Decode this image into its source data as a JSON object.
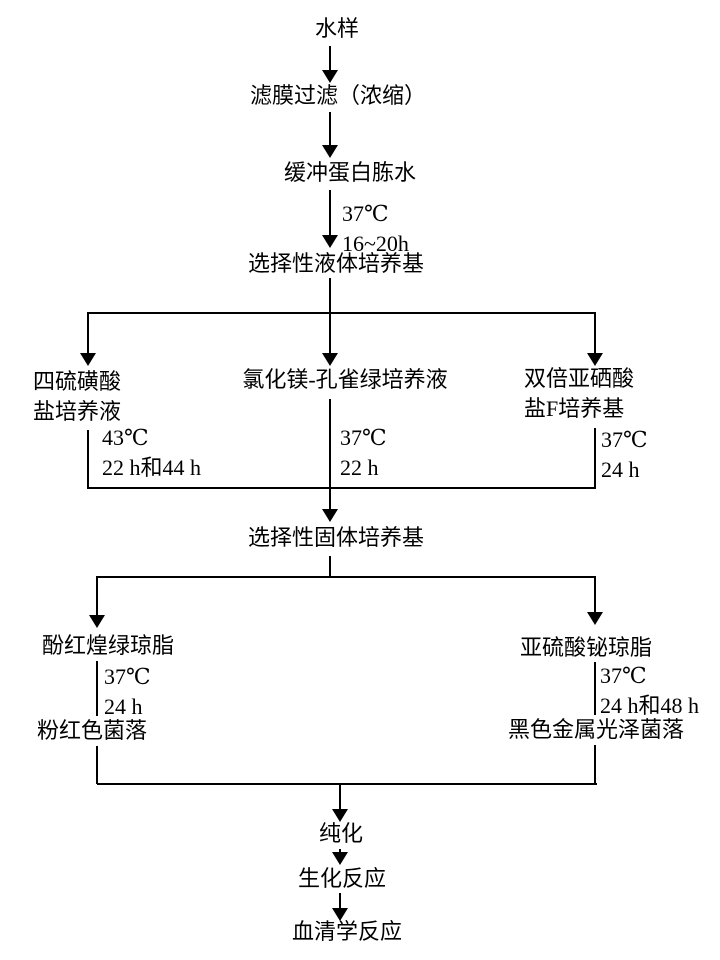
{
  "flowchart": {
    "background": "#ffffff",
    "line_color": "#000000",
    "text_color": "#000000",
    "main_chain": {
      "water_sample": "水样",
      "membrane_filtration": "滤膜过滤（浓缩）",
      "buffered_peptone_water": "缓冲蛋白胨水",
      "bpw_conditions": {
        "temp": "37℃",
        "time": "16~20h"
      },
      "selective_liquid_medium": "选择性液体培养基",
      "selective_solid_medium": "选择性固体培养基",
      "purification": "纯化",
      "biochemical_reaction": "生化反应",
      "serological_reaction": "血清学反应"
    },
    "liquid_branches": [
      {
        "name": "四硫磺酸\n盐培养液",
        "temp": "43℃",
        "time": "22 h和44 h"
      },
      {
        "name": "氯化镁-孔雀绿培养液",
        "temp": "37℃",
        "time": "22 h"
      },
      {
        "name": "双倍亚硒酸\n盐F培养基",
        "temp": "37℃",
        "time": "24 h"
      }
    ],
    "solid_branches": [
      {
        "name": "酚红煌绿琼脂",
        "temp": "37℃",
        "time": "24 h",
        "result": "粉红色菌落"
      },
      {
        "name": "亚硫酸铋琼脂",
        "temp": "37℃",
        "time": "24 h和48 h",
        "result": "黑色金属光泽菌落"
      }
    ]
  }
}
